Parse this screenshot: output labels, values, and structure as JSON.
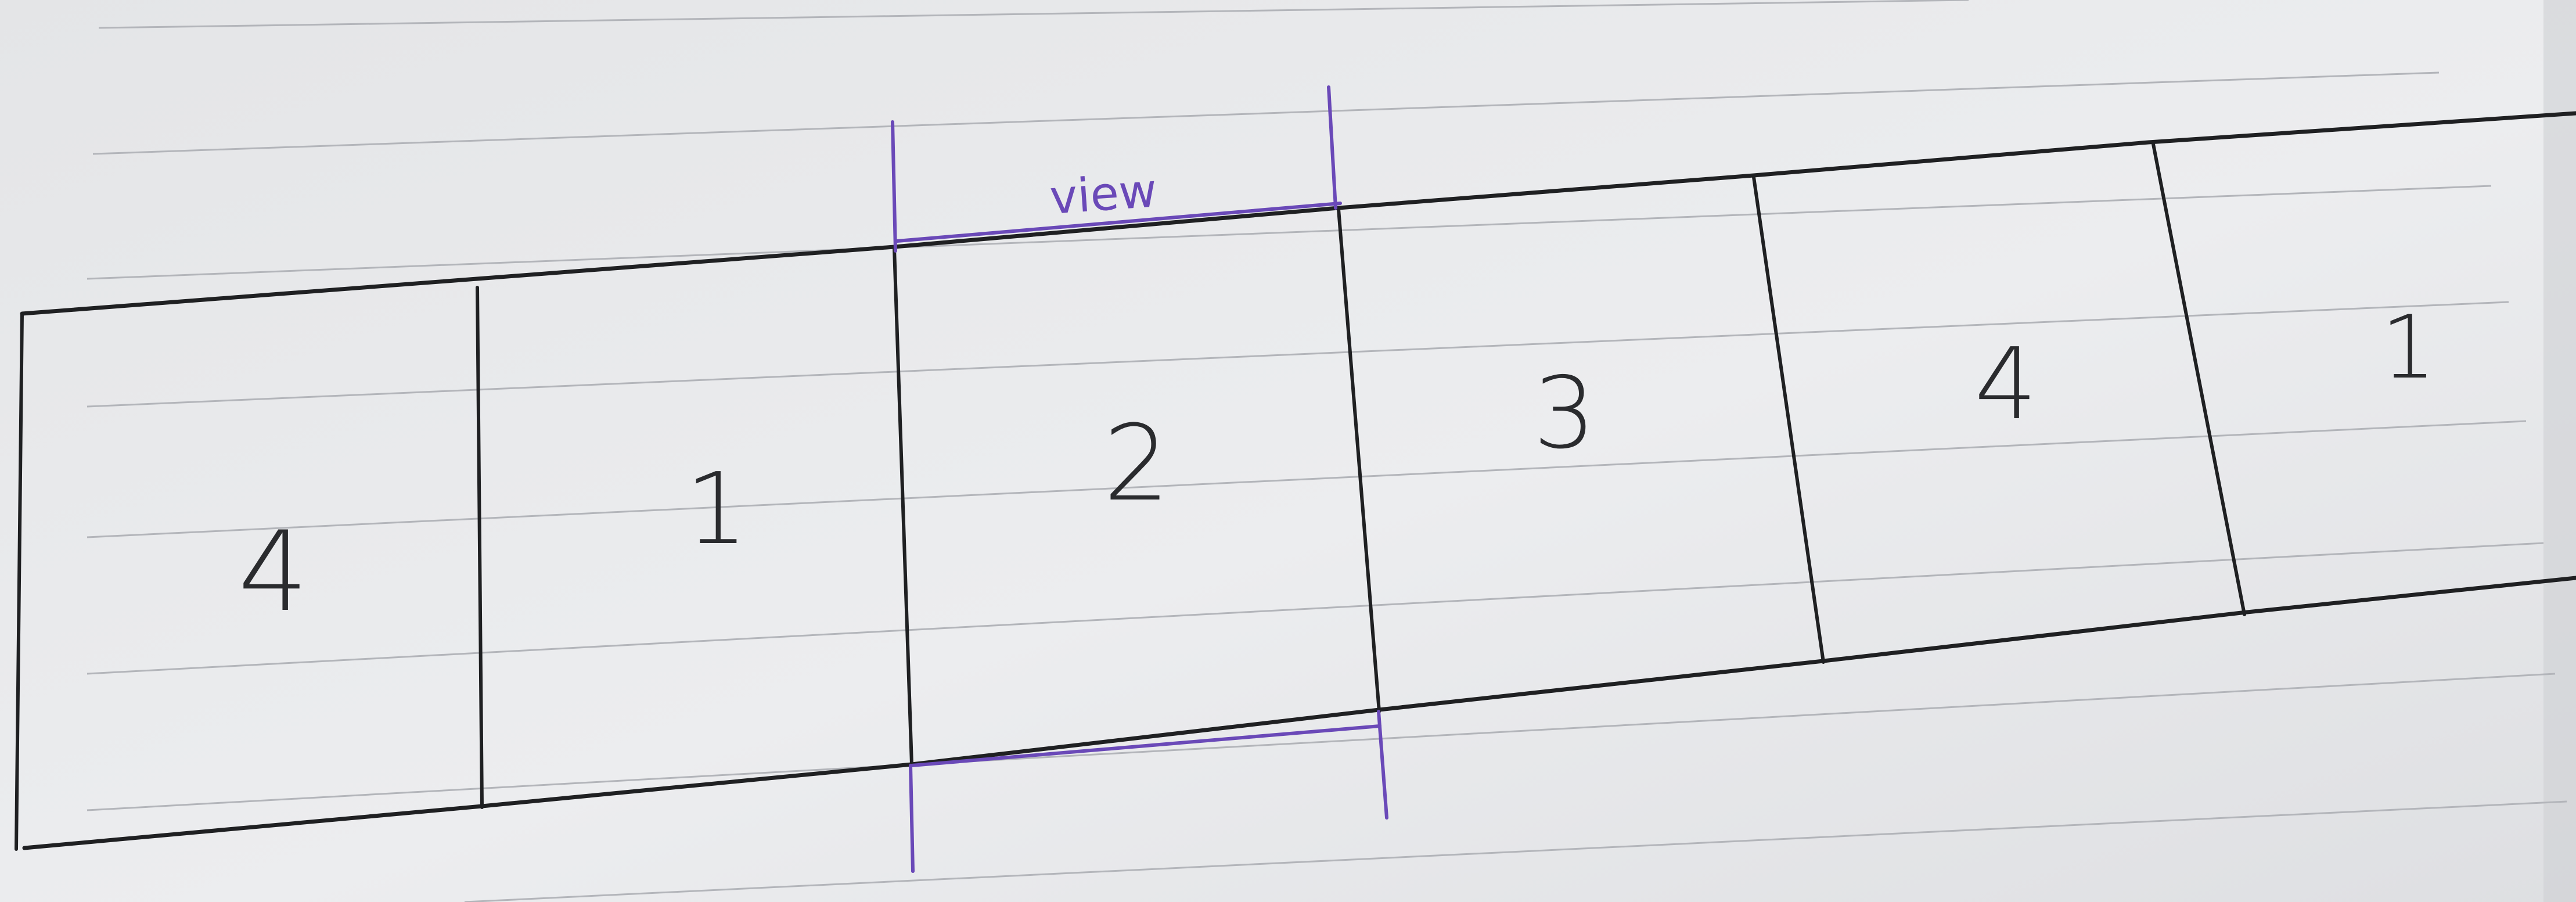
{
  "diagram": {
    "view_label": "view",
    "cells": [
      {
        "label": "4"
      },
      {
        "label": "1"
      },
      {
        "label": "2"
      },
      {
        "label": "3"
      },
      {
        "label": "4"
      },
      {
        "label": "1"
      }
    ],
    "colors": {
      "paper": "#e7e8ea",
      "rule_lines": "#b3b5ba",
      "black_ink": "#1f2022",
      "purple_ink": "#6a49b8"
    }
  }
}
